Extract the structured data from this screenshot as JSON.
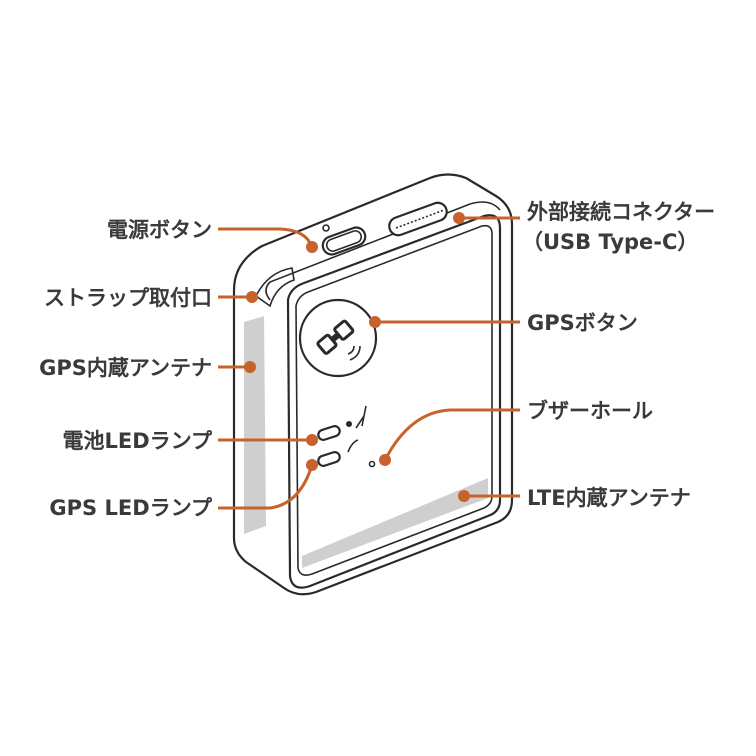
{
  "colors": {
    "accent": "#c8622c",
    "text": "#3a3a3a"
  },
  "labels_left": [
    {
      "id": "power-button",
      "text": "電源ボタン"
    },
    {
      "id": "strap-hole",
      "text": "ストラップ取付口"
    },
    {
      "id": "gps-antenna",
      "text": "GPS内蔵アンテナ"
    },
    {
      "id": "battery-led",
      "text": "電池LEDランプ"
    },
    {
      "id": "gps-led",
      "text": "GPS LEDランプ"
    }
  ],
  "labels_right": [
    {
      "id": "connector",
      "text": "外部接続コネクター",
      "sub": "（USB Type-C）"
    },
    {
      "id": "gps-button",
      "text": "GPSボタン"
    },
    {
      "id": "buzzer-hole",
      "text": "ブザーホール"
    },
    {
      "id": "lte-antenna",
      "text": "LTE内蔵アンテナ"
    }
  ]
}
